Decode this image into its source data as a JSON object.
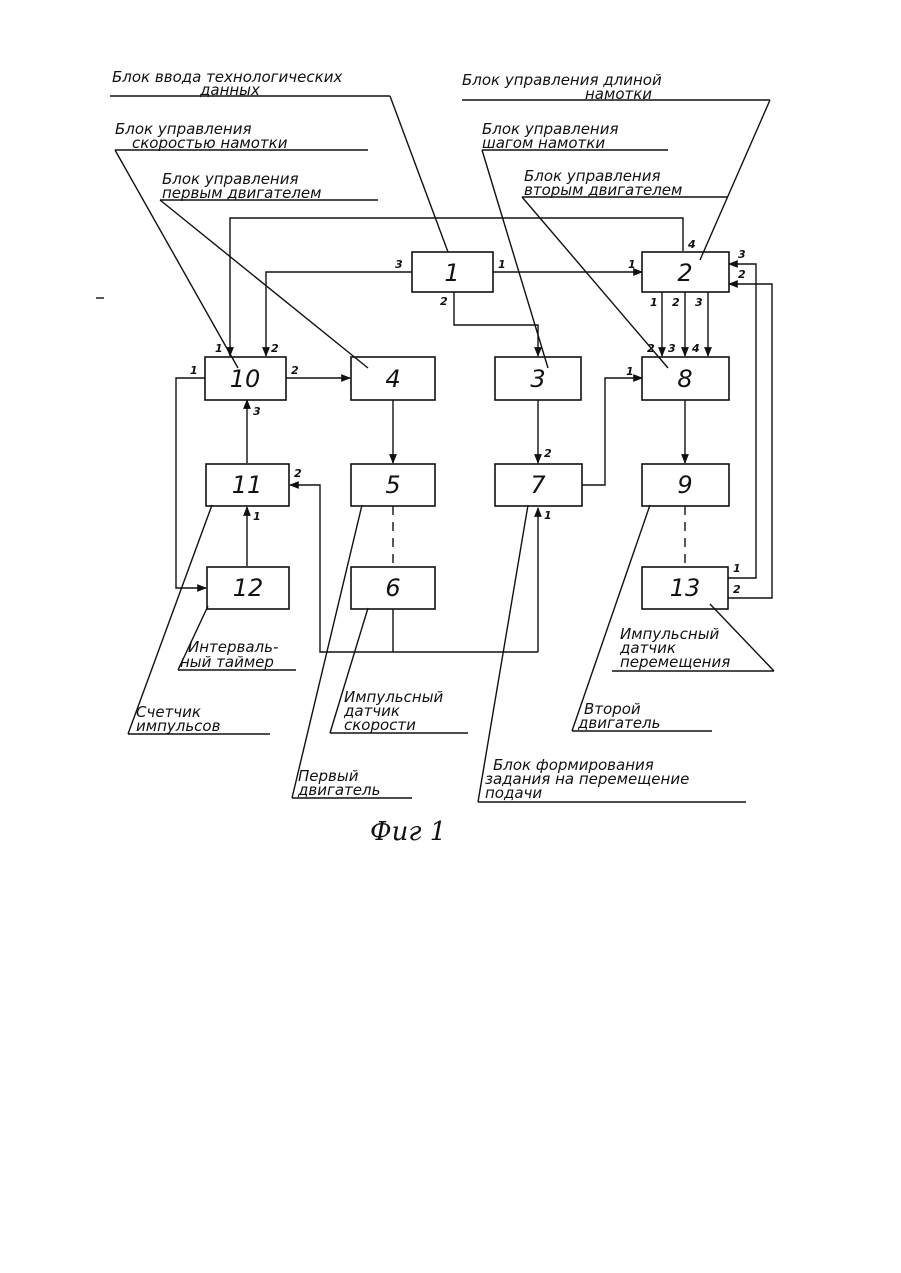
{
  "labels": {
    "input_block": [
      "Блок ввода технологических",
      "данных"
    ],
    "length_block": [
      "Блок управления длиной",
      "намотки"
    ],
    "speed_block": [
      "Блок управления",
      "скоростью намотки"
    ],
    "step_block": [
      "Блок управления",
      "шагом намотки"
    ],
    "motor1_block": [
      "Блок управления",
      "первым двигателем"
    ],
    "motor2_block": [
      "Блок управления",
      "вторым двигателем"
    ],
    "timer": [
      "Интерваль-",
      "ный таймер"
    ],
    "counter": [
      "Счетчик",
      "импульсов"
    ],
    "speed_sensor": [
      "Импульсный",
      "датчик",
      "скорости"
    ],
    "first_motor": [
      "Первый",
      "двигатель"
    ],
    "feed_block": [
      "Блок формирования",
      "задания на перемещение",
      "подачи"
    ],
    "second_motor": [
      "Второй",
      "двигатель"
    ],
    "disp_sensor": [
      "Импульсный",
      "датчик",
      "перемещения"
    ]
  },
  "blocks": {
    "b1": "1",
    "b2": "2",
    "b3": "3",
    "b4": "4",
    "b5": "5",
    "b6": "6",
    "b7": "7",
    "b8": "8",
    "b9": "9",
    "b10": "10",
    "b11": "11",
    "b12": "12",
    "b13": "13"
  },
  "ports": {
    "b1_in3": "3",
    "b1_out1": "1",
    "b1_out2": "2",
    "b2_in1": "1",
    "b2_4": "4",
    "b2_3": "3",
    "b2_2": "2",
    "b2_o1": "1",
    "b2_o2": "2",
    "b2_o3": "3",
    "b8_in1": "1",
    "b8_in2": "2",
    "b8_in3": "3",
    "b8_in4": "4",
    "b10_in1": "1",
    "b10_in2": "2",
    "b10_out2": "2",
    "b10_left1": "1",
    "b10_in3": "3",
    "b11_in2": "2",
    "b11_in1": "1",
    "b7_in2": "2",
    "b7_in1": "1",
    "b13_1": "1",
    "b13_2": "2"
  },
  "caption": "Фиг 1"
}
